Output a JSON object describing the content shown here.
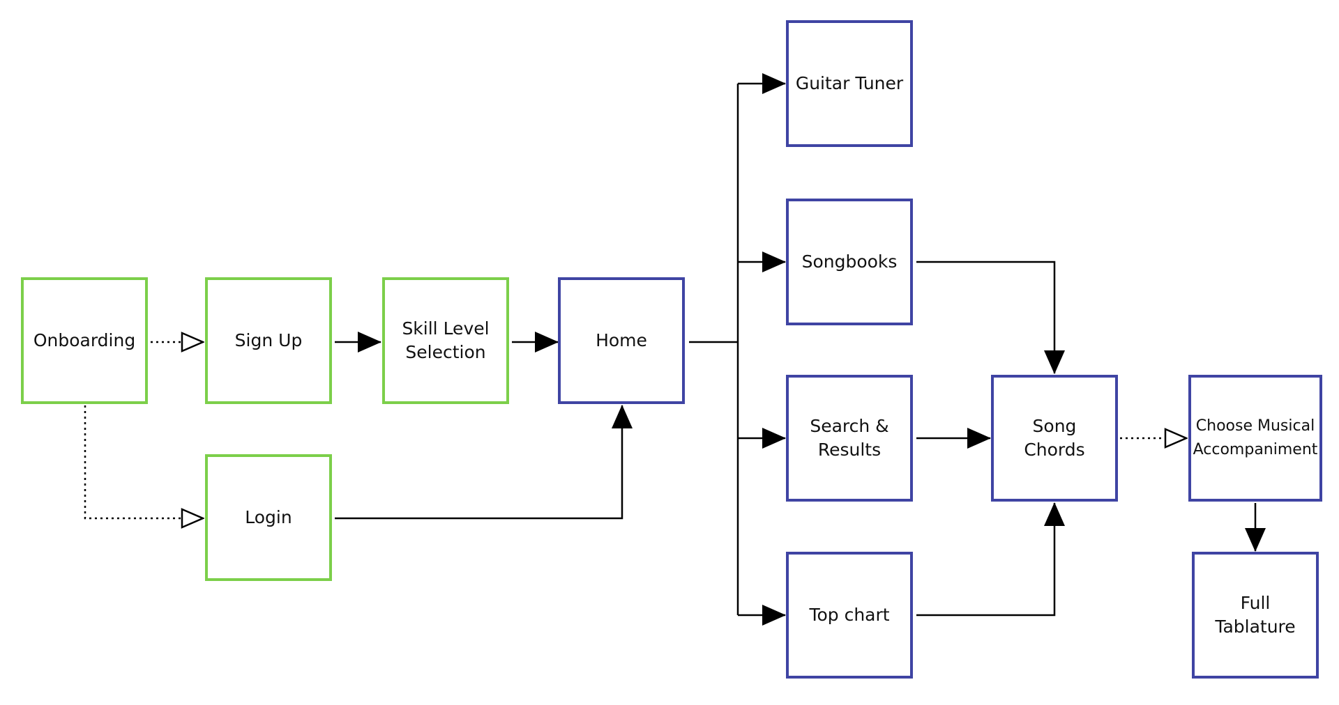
{
  "diagram": {
    "colors": {
      "onboarding_border": "#7ccf4a",
      "app_border": "#3f44a3",
      "edge": "#000000"
    },
    "nodes": {
      "onboarding": "Onboarding",
      "sign_up": "Sign Up",
      "skill_level": "Skill Level\nSelection",
      "login": "Login",
      "home": "Home",
      "guitar_tuner": "Guitar Tuner",
      "songbooks": "Songbooks",
      "search_results": "Search &\nResults",
      "top_chart": "Top chart",
      "song_chords": "Song\nChords",
      "choose_accompaniment": "Choose Musical\nAccompaniment",
      "full_tablature": "Full\nTablature"
    },
    "edges": [
      {
        "from": "onboarding",
        "to": "sign_up",
        "style": "dotted"
      },
      {
        "from": "onboarding",
        "to": "login",
        "style": "dotted"
      },
      {
        "from": "sign_up",
        "to": "skill_level",
        "style": "solid"
      },
      {
        "from": "skill_level",
        "to": "home",
        "style": "solid"
      },
      {
        "from": "login",
        "to": "home",
        "style": "solid"
      },
      {
        "from": "home",
        "to": "guitar_tuner",
        "style": "solid"
      },
      {
        "from": "home",
        "to": "songbooks",
        "style": "solid"
      },
      {
        "from": "home",
        "to": "search_results",
        "style": "solid"
      },
      {
        "from": "home",
        "to": "top_chart",
        "style": "solid"
      },
      {
        "from": "songbooks",
        "to": "song_chords",
        "style": "solid"
      },
      {
        "from": "search_results",
        "to": "song_chords",
        "style": "solid"
      },
      {
        "from": "top_chart",
        "to": "song_chords",
        "style": "solid"
      },
      {
        "from": "song_chords",
        "to": "choose_accompaniment",
        "style": "dotted"
      },
      {
        "from": "choose_accompaniment",
        "to": "full_tablature",
        "style": "solid"
      }
    ]
  }
}
